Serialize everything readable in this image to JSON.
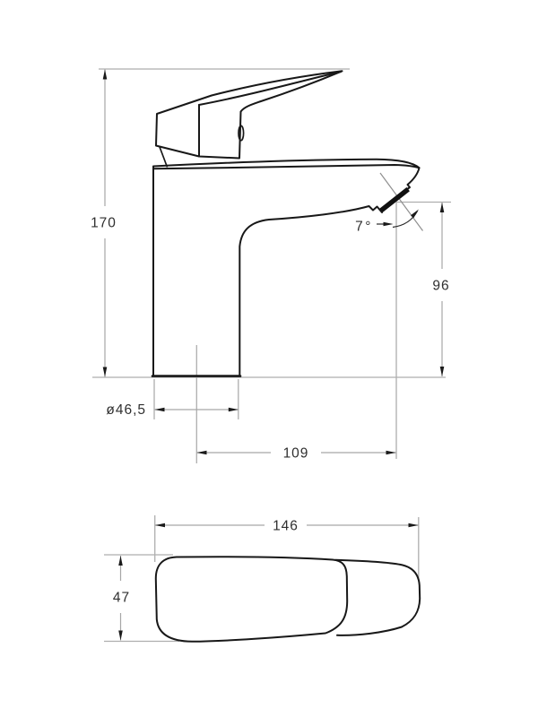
{
  "drawing": {
    "side_view": {
      "dims": {
        "overall_height": "170",
        "spout_height": "96",
        "base_diameter": "ø46,5",
        "spout_reach": "109",
        "spout_angle": "7°"
      }
    },
    "top_view": {
      "dims": {
        "overall_length": "146",
        "body_width": "47"
      }
    },
    "colors": {
      "outline": "#181818",
      "dimension_line": "#a6a6a6",
      "extension_line": "#aeaeae",
      "arrow": "#1a1a1a",
      "label_text": "#2f2f2f",
      "background": "#ffffff"
    }
  }
}
